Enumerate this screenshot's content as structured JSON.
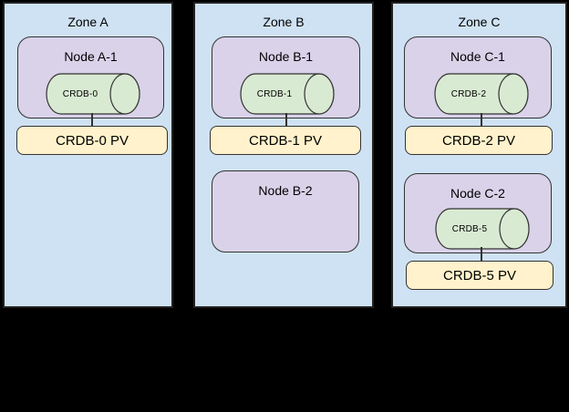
{
  "colors": {
    "background": "#000000",
    "zone_fill": "#cfe2f3",
    "zone_border": "#222222",
    "node_fill": "#d9d2e9",
    "cylinder_fill": "#d9ead3",
    "pv_fill": "#fff2cc",
    "shape_border": "#333333",
    "text": "#000000"
  },
  "zones": [
    {
      "label": "Zone A",
      "nodes": [
        {
          "label": "Node A-1",
          "cylinder": "CRDB-0",
          "pv": "CRDB-0 PV"
        }
      ]
    },
    {
      "label": "Zone B",
      "nodes": [
        {
          "label": "Node B-1",
          "cylinder": "CRDB-1",
          "pv": "CRDB-1 PV"
        },
        {
          "label": "Node B-2"
        }
      ]
    },
    {
      "label": "Zone C",
      "nodes": [
        {
          "label": "Node C-1",
          "cylinder": "CRDB-2",
          "pv": "CRDB-2 PV"
        },
        {
          "label": "Node C-2",
          "cylinder": "CRDB-5",
          "pv": "CRDB-5 PV"
        }
      ]
    }
  ]
}
